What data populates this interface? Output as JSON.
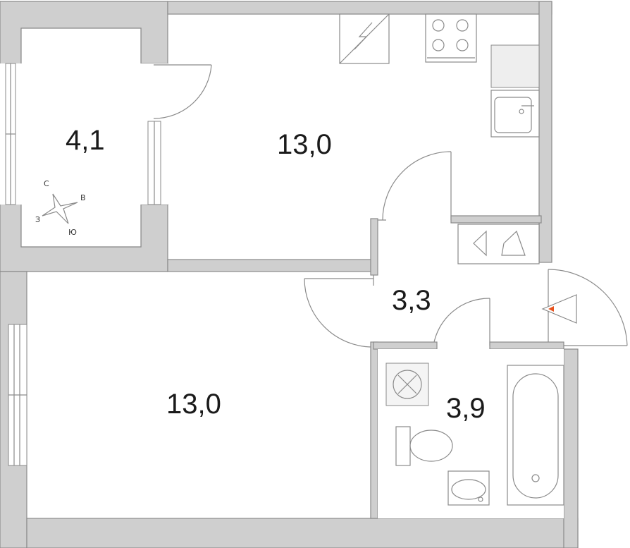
{
  "rooms": {
    "balcony": {
      "area": "4,1"
    },
    "kitchen": {
      "area": "13,0"
    },
    "hall": {
      "area": "3,3"
    },
    "living_room": {
      "area": "13,0"
    },
    "bathroom": {
      "area": "3,9"
    }
  },
  "compass": {
    "north": "С",
    "east": "В",
    "south": "Ю",
    "west": "З"
  },
  "colors": {
    "wall_fill": "#cfcfcf",
    "wall_stroke": "#8a8a8a",
    "entrance_marker": "#e8521c",
    "text": "#1a1a1a"
  }
}
